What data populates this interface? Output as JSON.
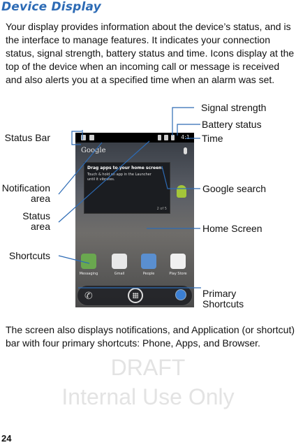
{
  "heading": "Device Display",
  "intro": "Your display provides information about the device’s status, and is the interface to manage features. It indicates your connection status, signal strength, battery status and time. Icons display at the top of the device when an incoming call or message is received and also alerts you at a specified time when an alarm was set.",
  "callouts": {
    "signal_strength": "Signal strength",
    "battery_status": "Battery status",
    "time": "Time",
    "status_bar": "Status Bar",
    "notification_area_1": "Notification",
    "notification_area_2": "area",
    "status_area_1": "Status",
    "status_area_2": "area",
    "google_search": "Google search",
    "home_screen": "Home Screen",
    "shortcuts": "Shortcuts",
    "primary_shortcuts_1": "Primary",
    "primary_shortcuts_2": "Shortcuts"
  },
  "phone_screen": {
    "google_label": "Google",
    "popup_title": "Drag apps to your home screen.",
    "popup_body_1": "Touch & hold an app in the Launcher",
    "popup_body_2": "until it vibrates.",
    "popup_page": "2 of 5",
    "apps": [
      {
        "label": "Messaging",
        "color": "#6aa84f"
      },
      {
        "label": "Gmail",
        "color": "#e8e8e8"
      },
      {
        "label": "People",
        "color": "#5a8fd0"
      },
      {
        "label": "Play Store",
        "color": "#f0f0f0"
      }
    ],
    "icons": {
      "dock_left": "phone-icon",
      "dock_center": "apps-icon",
      "dock_right": "browser-icon"
    }
  },
  "closing": "The screen also displays notifications, and Application (or shortcut) bar with four primary shortcuts: Phone, Apps, and Browser.",
  "watermark_line_1": "DRAFT",
  "watermark_line_2": "Internal Use Only",
  "page_number": "24",
  "colors": {
    "heading": "#2d6bb5",
    "callout_line": "#2d6bb5",
    "watermark": "#e3e3e3"
  }
}
